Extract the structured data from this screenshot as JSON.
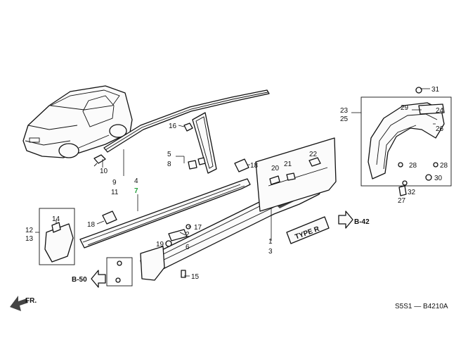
{
  "diagram": {
    "code": "S5S1 — B4210A",
    "front_arrow": "FR.",
    "emblem": "TYPE R",
    "references": [
      "B-42",
      "B-50"
    ],
    "callouts": [
      "1",
      "2",
      "3",
      "4",
      "5",
      "6",
      "7",
      "8",
      "9",
      "10",
      "11",
      "12",
      "13",
      "14",
      "15",
      "16",
      "17",
      "18",
      "18",
      "19",
      "20",
      "21",
      "22",
      "23",
      "24",
      "25",
      "26",
      "27",
      "28",
      "28",
      "29",
      "30",
      "31",
      "32"
    ]
  }
}
